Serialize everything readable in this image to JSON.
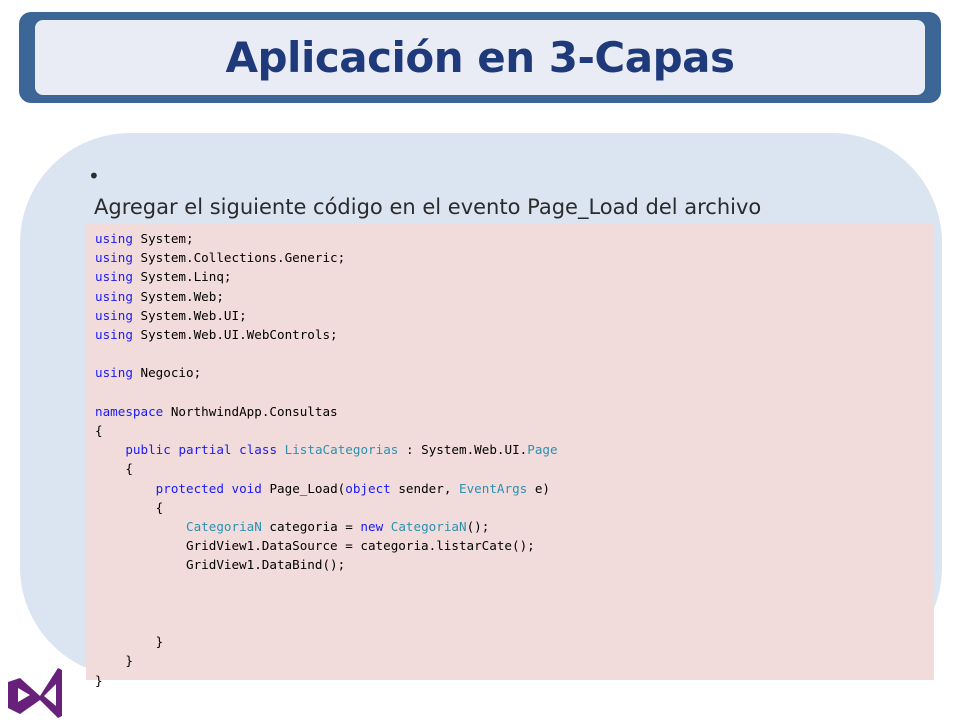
{
  "slide": {
    "title": "Aplicación en 3-Capas",
    "bullet": "Agregar el siguiente código en el evento Page_Load del archivo ListaCategorias.aspx.cs."
  },
  "code": {
    "lines": [
      [
        {
          "t": "using",
          "k": "kw"
        },
        {
          "t": " System;"
        }
      ],
      [
        {
          "t": "using",
          "k": "kw"
        },
        {
          "t": " System.Collections.Generic;"
        }
      ],
      [
        {
          "t": "using",
          "k": "kw"
        },
        {
          "t": " System.Linq;"
        }
      ],
      [
        {
          "t": "using",
          "k": "kw"
        },
        {
          "t": " System.Web;"
        }
      ],
      [
        {
          "t": "using",
          "k": "kw"
        },
        {
          "t": " System.Web.UI;"
        }
      ],
      [
        {
          "t": "using",
          "k": "kw"
        },
        {
          "t": " System.Web.UI.WebControls;"
        }
      ],
      [],
      [
        {
          "t": "using",
          "k": "kw"
        },
        {
          "t": " Negocio;"
        }
      ],
      [],
      [
        {
          "t": "namespace",
          "k": "kw"
        },
        {
          "t": " NorthwindApp.Consultas"
        }
      ],
      [
        {
          "t": "{"
        }
      ],
      [
        {
          "t": "    "
        },
        {
          "t": "public",
          "k": "kw"
        },
        {
          "t": " "
        },
        {
          "t": "partial",
          "k": "kw"
        },
        {
          "t": " "
        },
        {
          "t": "class",
          "k": "kw"
        },
        {
          "t": " "
        },
        {
          "t": "ListaCategorias",
          "k": "ty"
        },
        {
          "t": " : System.Web.UI."
        },
        {
          "t": "Page",
          "k": "ty"
        }
      ],
      [
        {
          "t": "    {"
        }
      ],
      [
        {
          "t": "        "
        },
        {
          "t": "protected",
          "k": "kw"
        },
        {
          "t": " "
        },
        {
          "t": "void",
          "k": "kw"
        },
        {
          "t": " Page_Load("
        },
        {
          "t": "object",
          "k": "kw"
        },
        {
          "t": " sender, "
        },
        {
          "t": "EventArgs",
          "k": "ty"
        },
        {
          "t": " e)"
        }
      ],
      [
        {
          "t": "        {"
        }
      ],
      [
        {
          "t": "            "
        },
        {
          "t": "CategoriaN",
          "k": "ty"
        },
        {
          "t": " categoria = "
        },
        {
          "t": "new",
          "k": "kw"
        },
        {
          "t": " "
        },
        {
          "t": "CategoriaN",
          "k": "ty"
        },
        {
          "t": "();"
        }
      ],
      [
        {
          "t": "            GridView1.DataSource = categoria.listarCate();"
        }
      ],
      [
        {
          "t": "            GridView1.DataBind();"
        }
      ],
      [],
      [],
      [],
      [
        {
          "t": "        }"
        }
      ],
      [
        {
          "t": "    }"
        }
      ],
      [
        {
          "t": "}"
        }
      ]
    ]
  },
  "logo": {
    "icon": "visual-studio-icon",
    "color": "#68217a"
  },
  "colors": {
    "keyword": "#1a1af5",
    "type": "#2b91af",
    "title": "#1f3a7a"
  }
}
